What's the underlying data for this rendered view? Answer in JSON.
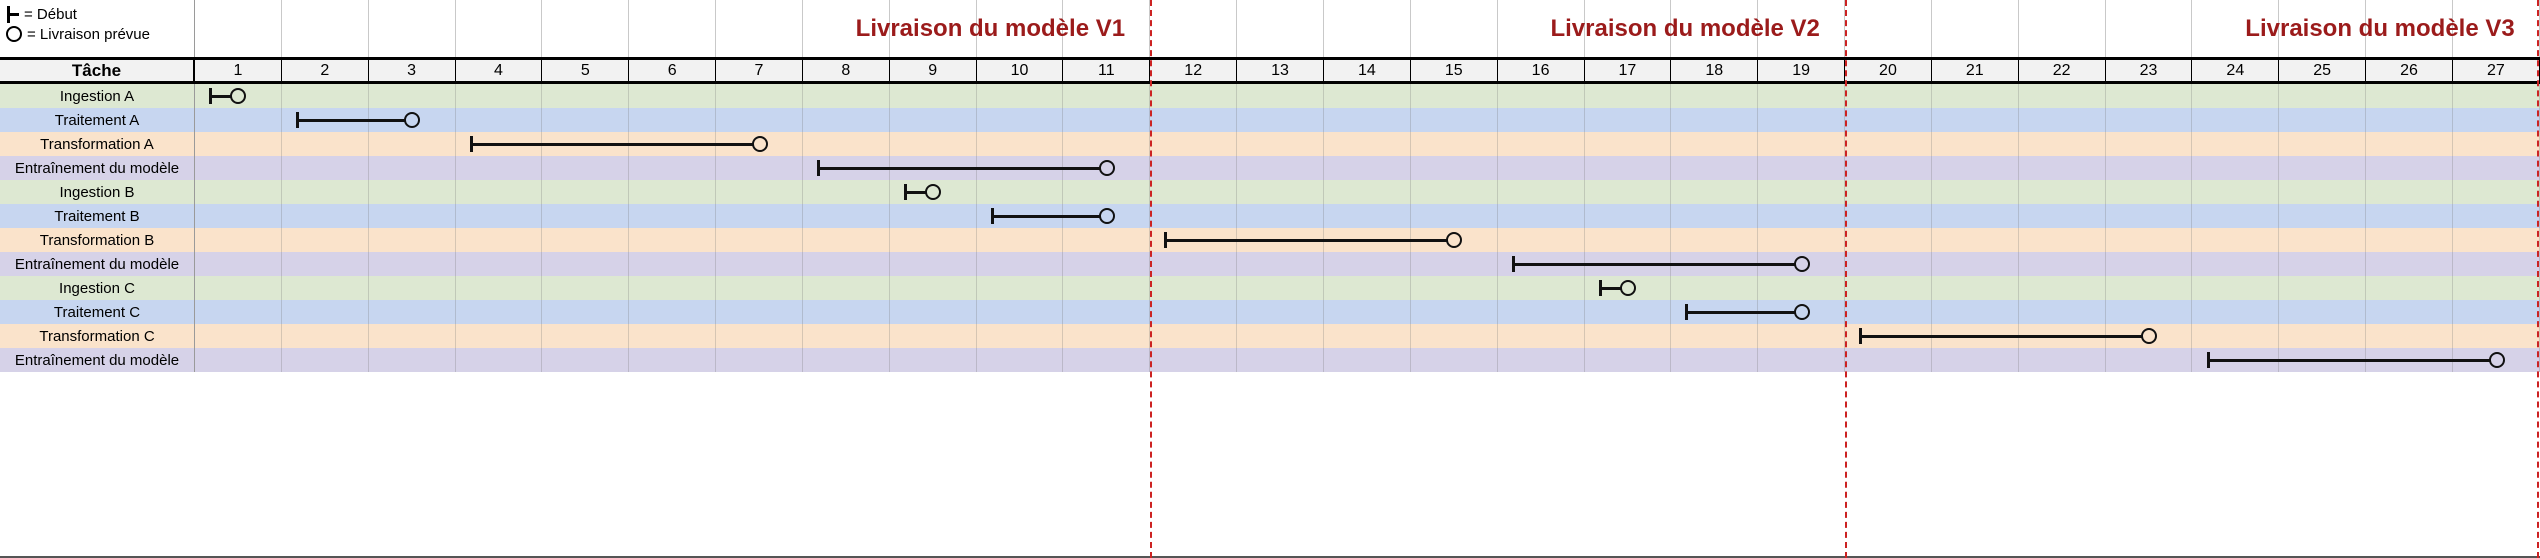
{
  "legend": {
    "start_symbol": "start-tick",
    "start_label": "= Début",
    "delivery_symbol": "open-circle",
    "delivery_label": "= Livraison prévue"
  },
  "header": {
    "task_column_label": "Tâche",
    "periods": [
      1,
      2,
      3,
      4,
      5,
      6,
      7,
      8,
      9,
      10,
      11,
      12,
      13,
      14,
      15,
      16,
      17,
      18,
      19,
      20,
      21,
      22,
      23,
      24,
      25,
      26,
      27
    ]
  },
  "milestones": [
    {
      "label": "Livraison du modèle V1",
      "after_period": 11
    },
    {
      "label": "Livraison du modèle V2",
      "after_period": 19
    },
    {
      "label": "Livraison du modèle V3",
      "after_period": 27
    }
  ],
  "colors": {
    "ingestion": "#dde8d2",
    "traitement": "#c7d6f0",
    "transformation": "#fae3cb",
    "entrainement": "#d6d2e8",
    "milestone_text": "#9b1b1b",
    "milestone_line": "#cc2222",
    "bar": "#111111",
    "header_bg": "#f2f2f2"
  },
  "chart_data": {
    "type": "bar",
    "title": "",
    "xlabel": "",
    "ylabel": "Tâche",
    "categories": [
      "Ingestion A",
      "Traitement A",
      "Transformation A",
      "Entraînement du modèle",
      "Ingestion B",
      "Traitement B",
      "Transformation B",
      "Entraînement du modèle",
      "Ingestion C",
      "Traitement C",
      "Transformation C",
      "Entraînement du modèle"
    ],
    "xlim": [
      1,
      27
    ],
    "grid": true,
    "legend_position": "top-left",
    "tasks": [
      {
        "label": "Ingestion A",
        "kind": "ingestion",
        "start": 1,
        "end": 1
      },
      {
        "label": "Traitement A",
        "kind": "traitement",
        "start": 2,
        "end": 3
      },
      {
        "label": "Transformation A",
        "kind": "transformation",
        "start": 4,
        "end": 7
      },
      {
        "label": "Entraînement du modèle",
        "kind": "entrainement",
        "start": 8,
        "end": 11
      },
      {
        "label": "Ingestion B",
        "kind": "ingestion",
        "start": 9,
        "end": 9
      },
      {
        "label": "Traitement B",
        "kind": "traitement",
        "start": 10,
        "end": 11
      },
      {
        "label": "Transformation B",
        "kind": "transformation",
        "start": 12,
        "end": 15
      },
      {
        "label": "Entraînement du modèle",
        "kind": "entrainement",
        "start": 16,
        "end": 19
      },
      {
        "label": "Ingestion C",
        "kind": "ingestion",
        "start": 17,
        "end": 17
      },
      {
        "label": "Traitement C",
        "kind": "traitement",
        "start": 18,
        "end": 19
      },
      {
        "label": "Transformation C",
        "kind": "transformation",
        "start": 20,
        "end": 23
      },
      {
        "label": "Entraînement du modèle",
        "kind": "entrainement",
        "start": 24,
        "end": 27
      }
    ]
  }
}
